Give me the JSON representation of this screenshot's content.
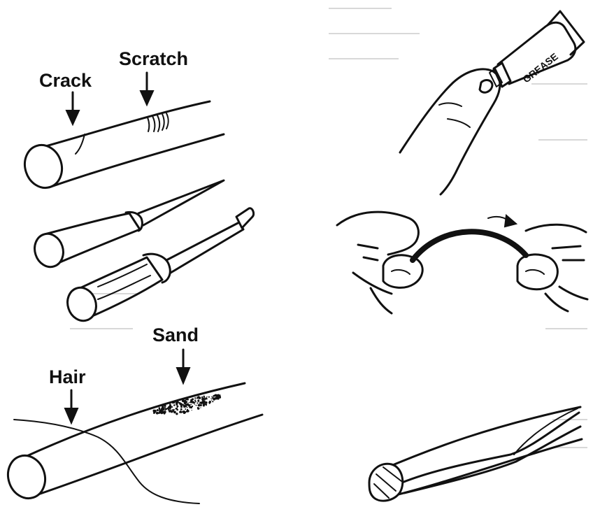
{
  "labels": {
    "crack": "Crack",
    "scratch": "Scratch",
    "sand": "Sand",
    "hair": "Hair",
    "grease": "GREASE"
  },
  "icons": [
    "down-arrow-icon",
    "grease-tube-icon",
    "screwdriver-icon",
    "awl-icon"
  ]
}
